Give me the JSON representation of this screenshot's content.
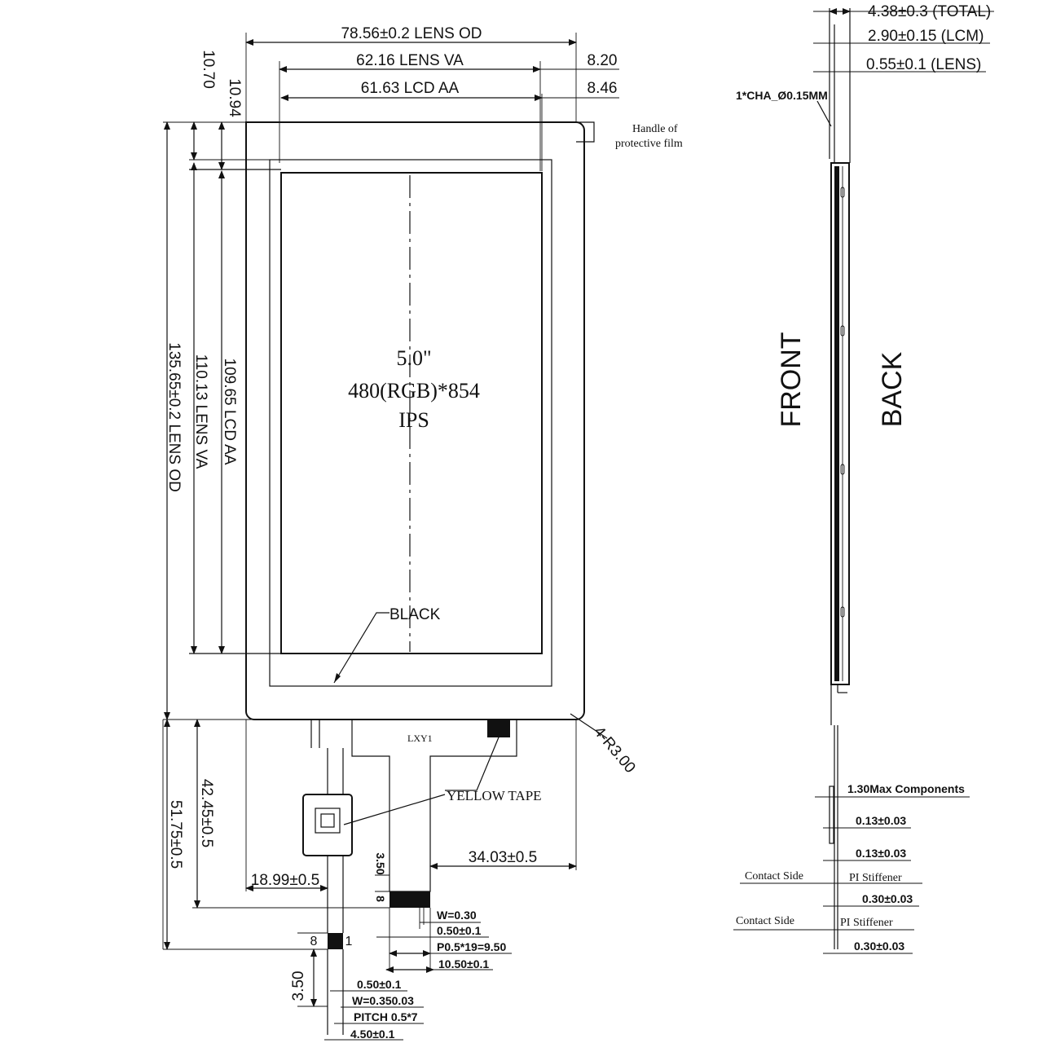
{
  "front_view": {
    "dim_lens_od_width": "78.56±0.2 LENS OD",
    "dim_lens_va_width": "62.16 LENS VA",
    "dim_lcd_aa_width": "61.63 LCD AA",
    "dim_right_offset_1": "8.20",
    "dim_right_offset_2": "8.46",
    "dim_top_offset_1": "10.94",
    "dim_top_offset_2": "10.70",
    "dim_lens_od_height": "135.65±0.2 LENS OD",
    "dim_lens_va_height": "110.13 LENS VA",
    "dim_lcd_aa_height": "109.65 LCD AA",
    "handle_label_line1": "Handle of",
    "handle_label_line2": "protective film",
    "panel_size": "5.0\"",
    "panel_resolution": "480(RGB)*854",
    "panel_type": "IPS",
    "black_label": "BLACK",
    "corner_radius": "4-R3.00",
    "yellow_tape": "YELLOW TAPE",
    "fpc_marking": "LXY1",
    "dim_fpc_right": "34.03±0.5",
    "dim_fpc_left": "18.99±0.5",
    "dim_fpc_len_1": "42.45±0.5",
    "dim_fpc_len_2": "51.75±0.5",
    "dim_350_a": "3.50",
    "dim_8_a": "8",
    "dim_w030": "W=0.30",
    "dim_050_a": "0.50±0.1",
    "dim_pitch_a": "P0.5*19=9.50",
    "dim_1050": "10.50±0.1",
    "dim_8_b": "8",
    "dim_1_b": "1",
    "dim_350_b": "3.50",
    "dim_050_b": "0.50±0.1",
    "dim_w035": "W=0.350.03",
    "dim_pitch_b": "PITCH 0.5*7",
    "dim_450": "4.50±0.1"
  },
  "side_view": {
    "dim_total": "4.38±0.3 (TOTAL)",
    "dim_lcm": "2.90±0.15 (LCM)",
    "dim_lens": "0.55±0.1 (LENS)",
    "chamfer": "1*CHA_Ø0.15MM",
    "front": "FRONT",
    "back": "BACK",
    "components": "1.30Max Components",
    "dim_013_a": "0.13±0.03",
    "dim_013_b": "0.13±0.03",
    "contact_side_1": "Contact Side",
    "pi_stiffener_1": "PI Stiffener",
    "dim_030_a": "0.30±0.03",
    "contact_side_2": "Contact Side",
    "pi_stiffener_2": "PI Stiffener",
    "dim_030_b": "0.30±0.03"
  }
}
